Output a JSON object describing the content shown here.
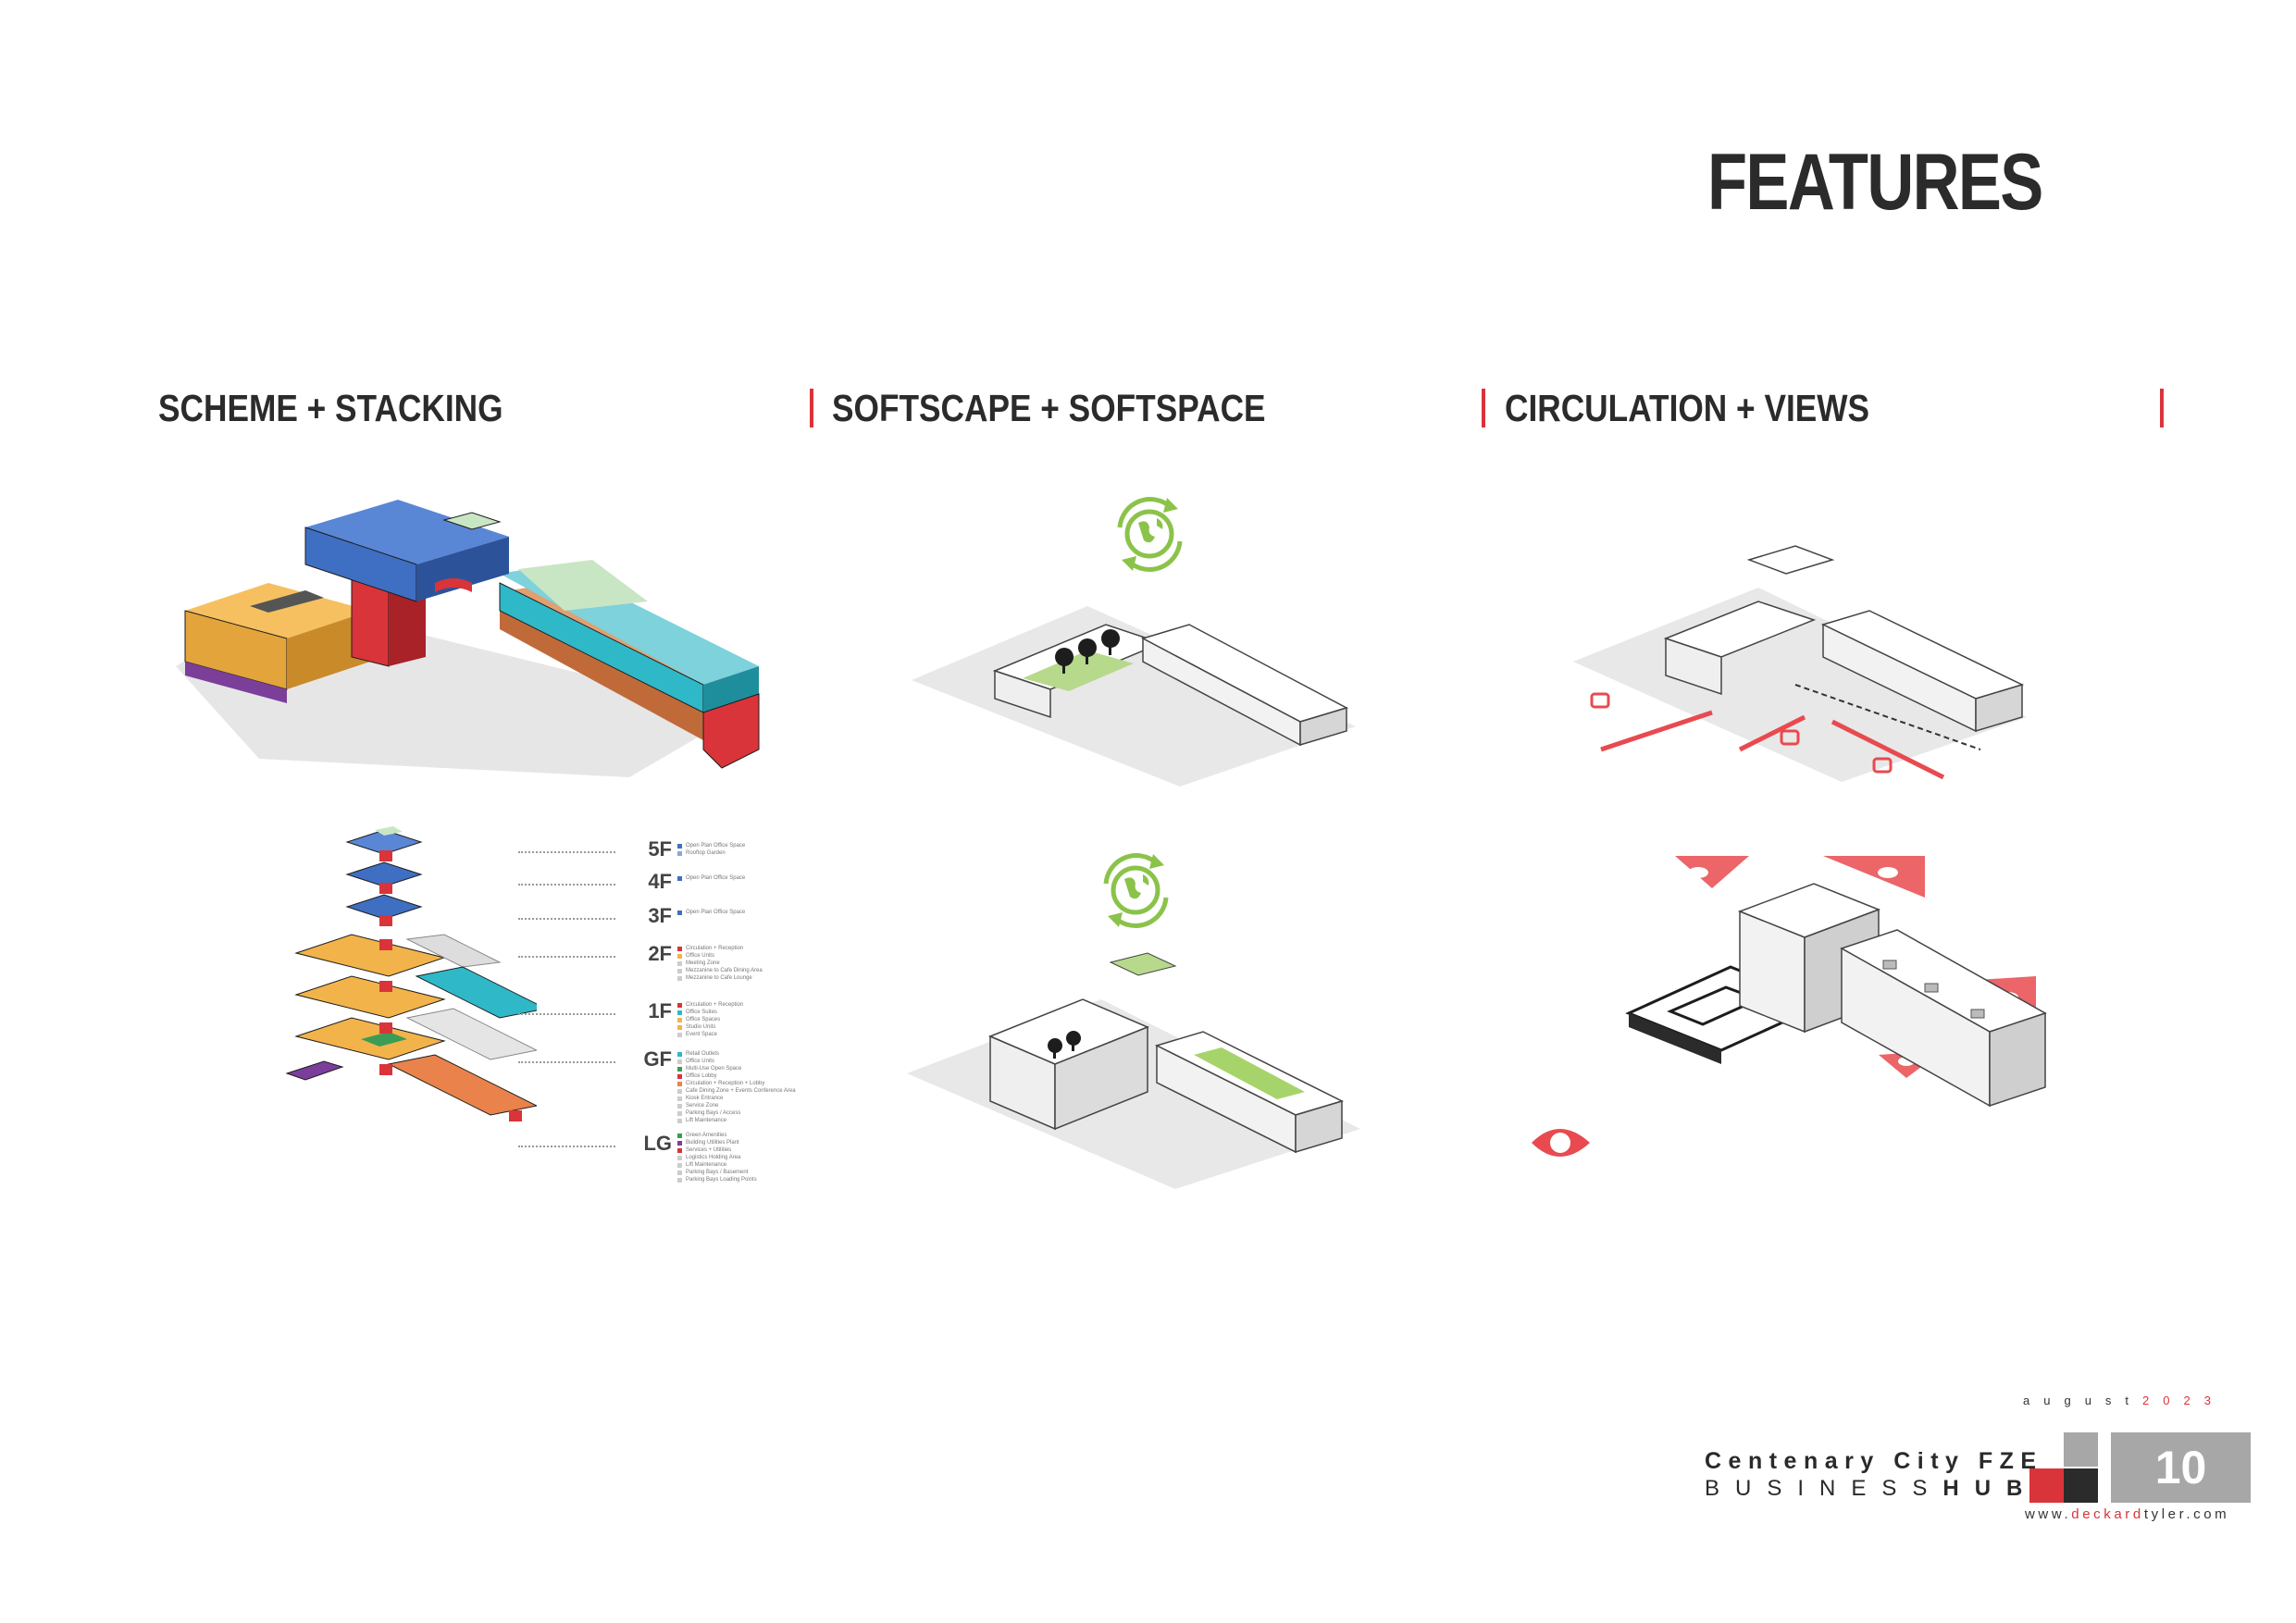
{
  "page": {
    "title": "FEATURES"
  },
  "sections": [
    {
      "heading": "SCHEME + STACKING"
    },
    {
      "heading": "SOFTSCAPE + SOFTSPACE"
    },
    {
      "heading": "CIRCULATION + VIEWS"
    }
  ],
  "stacking_legend": [
    {
      "floor": "5F",
      "items": [
        {
          "color": "#3f6fc2",
          "label": "Open Plan Office Space"
        },
        {
          "color": "#8aa7d8",
          "label": "Rooftop Garden"
        }
      ]
    },
    {
      "floor": "4F",
      "items": [
        {
          "color": "#3f6fc2",
          "label": "Open Plan Office Space"
        }
      ]
    },
    {
      "floor": "3F",
      "items": [
        {
          "color": "#3f6fc2",
          "label": "Open Plan Office Space"
        }
      ]
    },
    {
      "floor": "2F",
      "items": [
        {
          "color": "#d9343a",
          "label": "Circulation + Reception"
        },
        {
          "color": "#f2b34a",
          "label": "Office Units"
        },
        {
          "color": "#cccccc",
          "label": "Meeting Zone"
        },
        {
          "color": "#cccccc",
          "label": "Mezzanine to Cafe Dining Area"
        },
        {
          "color": "#cccccc",
          "label": "Mezzanine to Cafe Lounge"
        }
      ]
    },
    {
      "floor": "1F",
      "items": [
        {
          "color": "#d9343a",
          "label": "Circulation + Reception"
        },
        {
          "color": "#2fb8c8",
          "label": "Office Suites"
        },
        {
          "color": "#f2b34a",
          "label": "Office Spaces"
        },
        {
          "color": "#f2b34a",
          "label": "Studio Units"
        },
        {
          "color": "#cccccc",
          "label": "Event Space"
        }
      ]
    },
    {
      "floor": "GF",
      "items": [
        {
          "color": "#2fb8c8",
          "label": "Retail Outlets"
        },
        {
          "color": "#cccccc",
          "label": "Office Units"
        },
        {
          "color": "#3a9c55",
          "label": "Multi-Use Open Space"
        },
        {
          "color": "#d9343a",
          "label": "Office Lobby"
        },
        {
          "color": "#e9824b",
          "label": "Circulation + Reception + Lobby"
        },
        {
          "color": "#cccccc",
          "label": "Cafe Dining Zone + Events Conference Area"
        },
        {
          "color": "#cccccc",
          "label": "Kiosk Entrance"
        },
        {
          "color": "#cccccc",
          "label": "Service Zone"
        },
        {
          "color": "#cccccc",
          "label": "Parking Bays / Access"
        },
        {
          "color": "#cccccc",
          "label": "Lift Maintenance"
        }
      ]
    },
    {
      "floor": "LG",
      "items": [
        {
          "color": "#3a9c55",
          "label": "Green Amenities"
        },
        {
          "color": "#7b3f9a",
          "label": "Building Utilities Plant"
        },
        {
          "color": "#d9343a",
          "label": "Services + Utilities"
        },
        {
          "color": "#cccccc",
          "label": "Logistics Holding Area"
        },
        {
          "color": "#cccccc",
          "label": "Lift Maintenance"
        },
        {
          "color": "#cccccc",
          "label": "Parking Bays / Basement"
        },
        {
          "color": "#cccccc",
          "label": "Parking Bays Loading Points"
        }
      ]
    }
  ],
  "footer": {
    "date_prefix": "august",
    "date_year": "2023",
    "company": "Centenary City FZE",
    "brand_prefix": "BUSINESS",
    "brand_suffix": "HUB",
    "page_number": "10",
    "url_prefix": "www.",
    "url_highlight": "deckard",
    "url_mid": "tyler",
    "url_suffix": ".com"
  },
  "colors": {
    "accent": "#d9343a",
    "green": "#8bc34a",
    "grey": "#a7a7a7",
    "dark": "#2b2b2b"
  }
}
